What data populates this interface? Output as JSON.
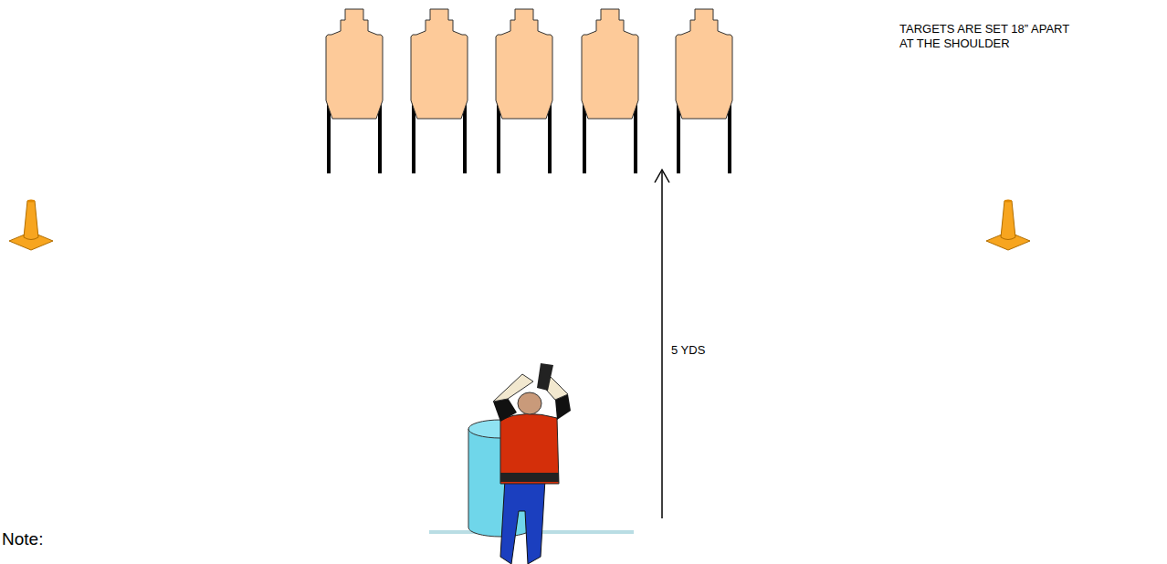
{
  "diagram": {
    "labels": [
      "TARGETS ARE SET 18” APART AT THE SHOULDER",
      "5 YDS",
      "Note:"
    ]
  }
}
